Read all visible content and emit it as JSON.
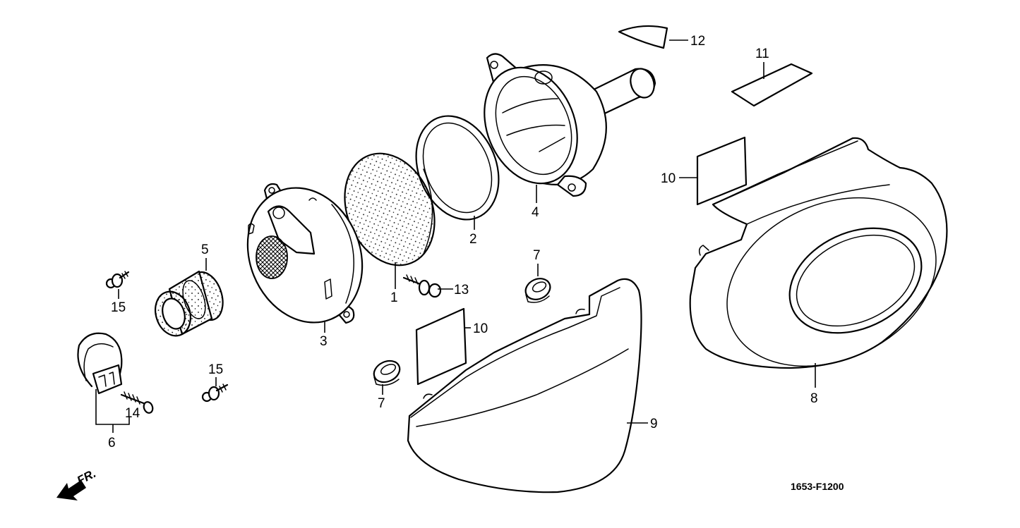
{
  "diagram": {
    "drawing_code": "1653-F1200",
    "front_indicator": "FR.",
    "callouts": [
      "1",
      "2",
      "3",
      "4",
      "5",
      "6",
      "7",
      "8",
      "9",
      "10",
      "11",
      "12",
      "13",
      "14",
      "15"
    ],
    "callouts_repeated": {
      "7": "7",
      "10": "10",
      "15": "15"
    }
  }
}
